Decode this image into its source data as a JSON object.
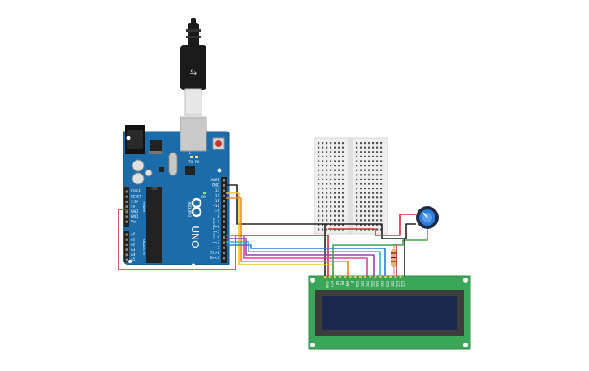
{
  "arduino": {
    "logo": "UNO",
    "brand": "ARDUINO",
    "tx_label": "TX",
    "rx_label": "RX",
    "l_label": "L",
    "on_label": "ON",
    "power_label": "POWER",
    "analog_label": "ANALOG IN",
    "digital_label": "DIGITAL (PWM ~)",
    "digital_pins": [
      "AREF",
      "GND",
      "13",
      "12",
      "~11",
      "~10",
      "~9",
      "8",
      "7",
      "~6",
      "~5",
      "4",
      "~3",
      "2",
      "TX>1",
      "RX<0"
    ],
    "power_pins": [
      "IOREF",
      "RESET",
      "3.3V",
      "5V",
      "GND",
      "GND",
      "Vin"
    ],
    "analog_pins": [
      "A0",
      "A1",
      "A2",
      "A3",
      "A4",
      "A5"
    ]
  },
  "lcd": {
    "pin_labels": [
      "GND",
      "VCC",
      "V0",
      "RS",
      "RW",
      "E",
      "DB0",
      "DB1",
      "DB2",
      "DB3",
      "DB4",
      "DB5",
      "DB6",
      "DB7",
      "LED",
      "LED"
    ]
  },
  "colors": {
    "arduino_board": "#1b6ca8",
    "lcd_board": "#3aa65a",
    "lcd_screen": "#1a2a4e",
    "breadboard": "#eeeeee",
    "wire_red": "#d32f2f",
    "wire_black": "#222222",
    "wire_yellow": "#f5c518",
    "wire_orange": "#f08a1c",
    "wire_green": "#3fa34d",
    "wire_blue": "#2f7bd9",
    "wire_cyan": "#2bb5c8",
    "wire_purple": "#8e44ad",
    "wire_pink": "#e0409a"
  },
  "icons": [
    "usb-plug-icon",
    "reset-button-icon",
    "arduino-infinity-logo-icon",
    "potentiometer-icon",
    "resistor-icon"
  ]
}
